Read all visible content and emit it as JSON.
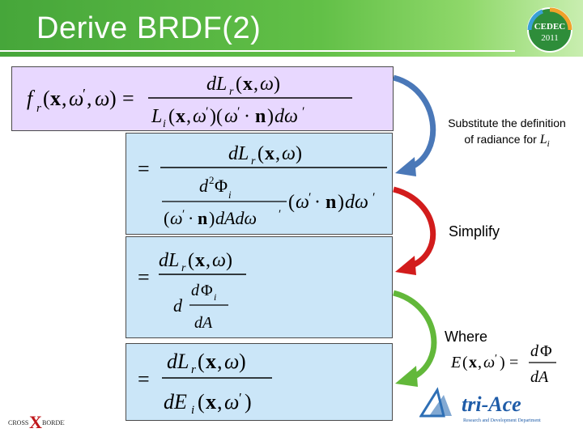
{
  "title": "Derive BRDF(2)",
  "notes": {
    "substitute_line1": "Substitute the definition",
    "substitute_line2": "of radiance for",
    "substitute_symbol": "L",
    "substitute_sub": "i",
    "simplify": "Simplify",
    "where": "Where"
  },
  "logos": {
    "cedec_line1": "CEDEC",
    "cedec_line2": "2011",
    "cross_border_left": "CROSS",
    "cross_border_x": "X",
    "cross_border_right": "BORDER",
    "triace_name": "tri-Ace",
    "triace_sub": "Research and Development Department"
  },
  "colors": {
    "arrow_blue": "#4a78b8",
    "arrow_red": "#d21c1c",
    "arrow_green": "#62b83a",
    "box_purple": "#e8d8ff",
    "box_blue": "#cbe6f8"
  }
}
